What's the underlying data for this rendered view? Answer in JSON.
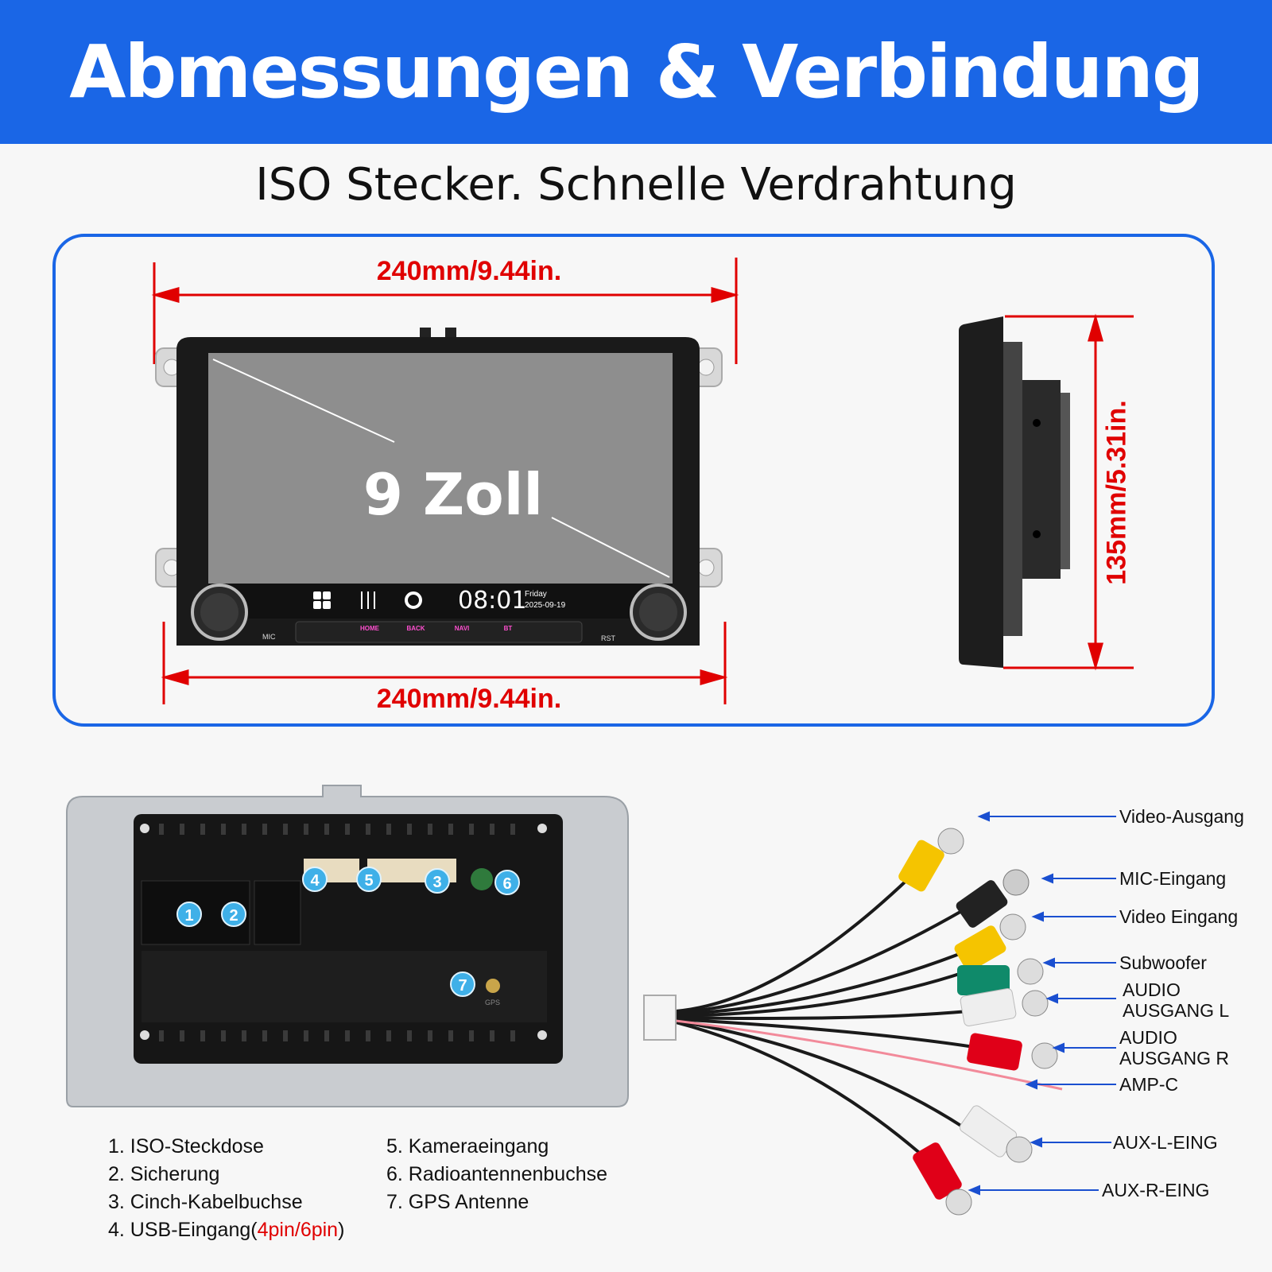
{
  "header": {
    "title": "Abmessungen & Verbindung"
  },
  "subtitle": "ISO Stecker. Schnelle Verdrahtung",
  "dimensions": {
    "width_top": "240mm/9.44in.",
    "width_bottom": "240mm/9.44in.",
    "height": "135mm/5.31in."
  },
  "device": {
    "screen_size": "9 Zoll",
    "clock": "08:01",
    "day": "Friday",
    "date": "2025-09-19",
    "mic_label": "MIC",
    "rst_label": "RST",
    "buttons": [
      "HOME",
      "BACK",
      "NAVI",
      "BT"
    ]
  },
  "back_panel": {
    "markers": [
      "1",
      "2",
      "3",
      "4",
      "5",
      "6",
      "7"
    ],
    "gps_label": "GPS"
  },
  "legend": {
    "left": [
      "1. ISO-Steckdose",
      "2. Sicherung",
      "3. Cinch-Kabelbuchse"
    ],
    "left_last_prefix": "4. USB-Eingang(",
    "left_last_highlight": "4pin/6pin",
    "left_last_suffix": ")",
    "right": [
      "5. Kameraeingang",
      "6. Radioantennenbuchse",
      "7. GPS Antenne"
    ]
  },
  "cable_labels": {
    "video_out": "Video-Ausgang",
    "mic_in": "MIC-Eingang",
    "video_in": "Video Eingang",
    "subwoofer": "Subwoofer",
    "audio_l_1": "AUDIO",
    "audio_l_2": "AUSGANG L",
    "audio_r_1": "AUDIO",
    "audio_r_2": "AUSGANG R",
    "amp_c": "AMP-C",
    "aux_l": "AUX-L-EING",
    "aux_r": "AUX-R-EING"
  },
  "colors": {
    "banner": "#1a66e6",
    "dimension": "#e00000",
    "rca_yellow": "#f5c400",
    "rca_green": "#0f8a6a",
    "rca_white": "#eeeeee",
    "rca_red": "#e00018",
    "rca_black": "#222222"
  }
}
